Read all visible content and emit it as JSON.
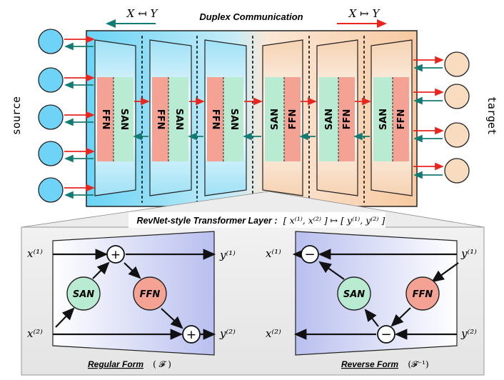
{
  "header": {
    "title": "Duplex Communication",
    "left_arrow_label": "X ↤ Y",
    "right_arrow_label": "X ↦ Y"
  },
  "side_labels": {
    "source": "source",
    "target": "target"
  },
  "block_labels": {
    "san": "SAN",
    "ffn": "FFN"
  },
  "layer_caption": {
    "text": "RevNet-style Transformer Layer :",
    "formula": "[ x⁽¹⁾, x⁽²⁾ ] ↦ [ y⁽¹⁾, y⁽²⁾ ]"
  },
  "regular_form": {
    "caption": "Regular Form",
    "caption_symbol": "( 𝓕 )",
    "x1": "x⁽¹⁾",
    "x2": "x⁽²⁾",
    "y1": "y⁽¹⁾",
    "y2": "y⁽²⁾",
    "op": "+"
  },
  "reverse_form": {
    "caption": "Reverse Form",
    "caption_symbol": "(𝓕⁻¹)",
    "x1": "x⁽¹⁾",
    "x2": "x⁽²⁾",
    "y1": "y⁽¹⁾",
    "y2": "y⁽²⁾",
    "op": "−"
  },
  "colors": {
    "red": "#e8261e",
    "teal": "#127c72",
    "blue_node": "#6fd3f7",
    "peach_node": "#f9dcc0",
    "san": "#b9ebd2",
    "ffn": "#f4a294",
    "lavender": "#c9cdf1",
    "panel_gray": "#e8e8e8"
  }
}
